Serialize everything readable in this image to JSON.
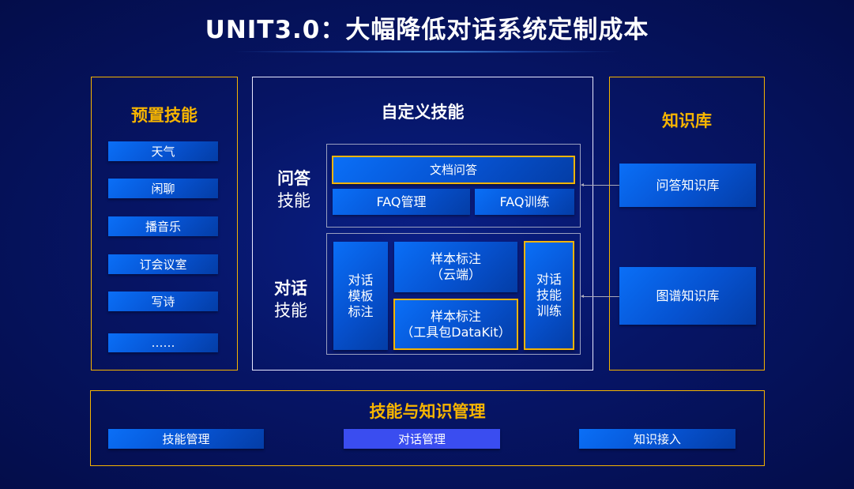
{
  "title": "UNIT3.0：大幅降低对话系统定制成本",
  "preset": {
    "title": "预置技能",
    "items": [
      "天气",
      "闲聊",
      "播音乐",
      "订会议室",
      "写诗",
      "……"
    ]
  },
  "custom": {
    "title": "自定义技能",
    "qa": {
      "label_bold": "问答",
      "label": "技能",
      "doc_qa": "文档问答",
      "faq_manage": "FAQ管理",
      "faq_train": "FAQ训练"
    },
    "dialog": {
      "label_bold": "对话",
      "label": "技能",
      "template": [
        "对话",
        "模板",
        "标注"
      ],
      "sample_cloud": [
        "样本标注",
        "（云端）"
      ],
      "sample_kit": [
        "样本标注",
        "（工具包DataKit）"
      ],
      "train": [
        "对话",
        "技能",
        "训练"
      ]
    }
  },
  "knowledge": {
    "title": "知识库",
    "qa_kb": "问答知识库",
    "graph_kb": "图谱知识库"
  },
  "management": {
    "title": "技能与知识管理",
    "items": [
      "技能管理",
      "对话管理",
      "知识接入"
    ]
  },
  "colors": {
    "accent": "#f5b400",
    "button": "#0a6ff7",
    "highlight": "#3a4df0"
  }
}
